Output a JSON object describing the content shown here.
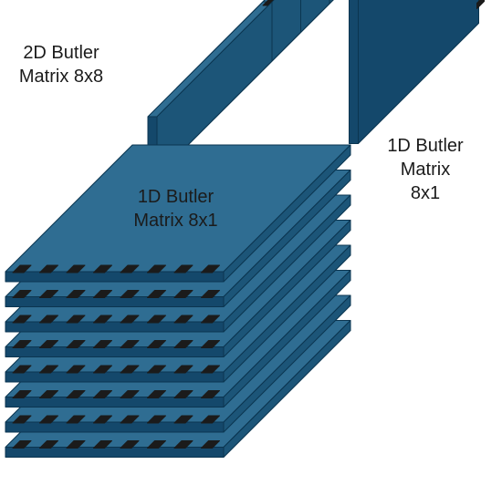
{
  "labels": {
    "two_d": {
      "line1": "2D Butler",
      "line2": "Matrix 8x8"
    },
    "one_d_horizontal": {
      "line1": "1D Butler",
      "line2": "Matrix 8x1"
    },
    "one_d_vertical": {
      "line1": "1D Butler",
      "line2": "Matrix",
      "line3": "8x1"
    }
  },
  "colors": {
    "top_face": "#2f6d92",
    "front_face": "#14486b",
    "side_face": "#1c5578",
    "edge": "#0b3550",
    "port": "#1b1b1b"
  },
  "structure": {
    "horizontal_stack_boards": 8,
    "vertical_stack_boards": 8,
    "ports_per_edge": 8
  }
}
